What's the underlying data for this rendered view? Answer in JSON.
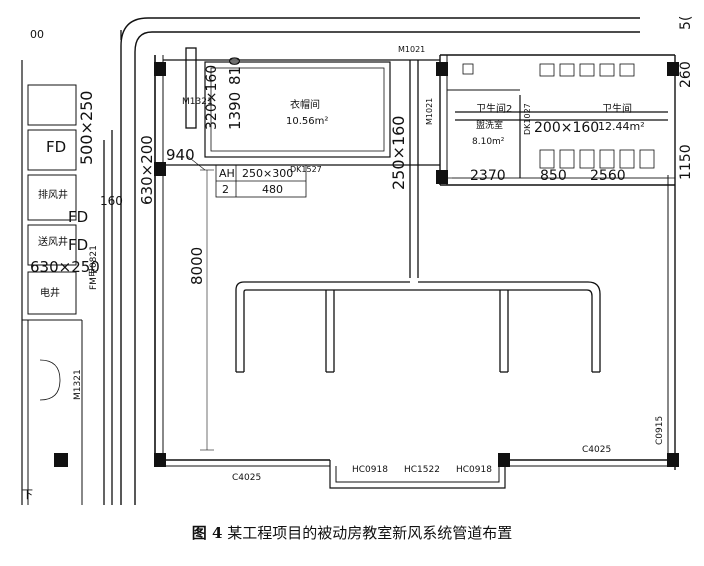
{
  "caption": {
    "figure_number": "图 4",
    "text": "某工程项目的被动房教室新风系统管道布置"
  },
  "drawing": {
    "labels": {
      "top_left_dim": "00",
      "duct_left_upper": "500×250",
      "duct_left_vertical": "630×200",
      "duct_left_lower": "630×250",
      "fd1": "FD",
      "fd2": "FD",
      "fd3": "FD",
      "exhaust_shaft": "排风井",
      "fresh_shaft": "送风井",
      "elec_shaft": "电井",
      "fm_door": "FM甲0821",
      "m1321_left": "M1321",
      "value_160": "160",
      "value_940": "940",
      "value_8000": "8000",
      "m1321_middle": "M1321",
      "duct_320": "320×160",
      "dim_1390": "1390",
      "dim_810": "810",
      "room_cloak_name": "衣帽间",
      "room_cloak_area": "10.56m²",
      "door_dk1527": "DK1527",
      "table_ah": "AH",
      "table_size": "250×300",
      "table_2": "2",
      "table_480": "480",
      "m1021_top": "M1021",
      "m1021_side": "M1021",
      "duct_main": "250×160",
      "room_wc2_name": "卫生间2",
      "room_wash_name": "盥洗室",
      "room_wash_area": "8.10m²",
      "door_dk1027": "DK1027",
      "duct_200": "200×160",
      "room_wc_name": "卫生间",
      "room_wc_area": "12.44m²",
      "dim_2370": "2370",
      "dim_850": "850",
      "dim_2560": "2560",
      "top_right_fragment": "5(",
      "right_side_260": "260",
      "right_side_1150": "1150",
      "window_c4025_left": "C4025",
      "window_hc0918_left": "HC0918",
      "window_hc1522": "HC1522",
      "window_hc0918_right": "HC0918",
      "window_c4025_right": "C4025",
      "window_c0915": "C0915",
      "stair_down": "下"
    }
  }
}
